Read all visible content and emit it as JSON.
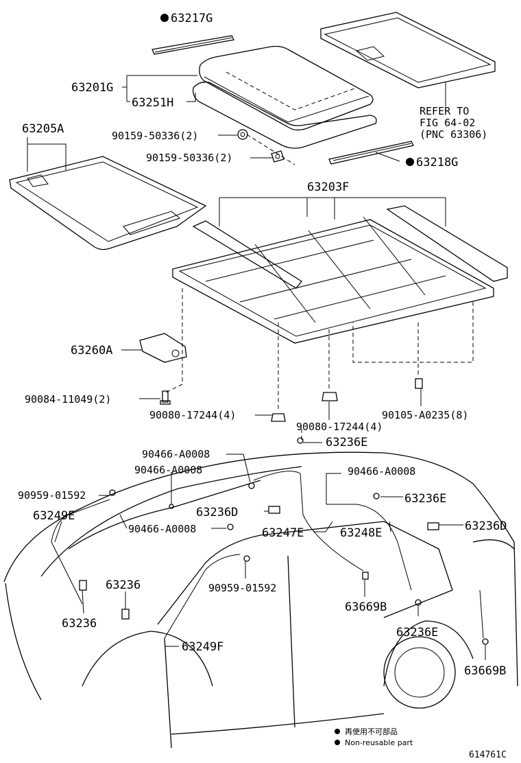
{
  "labels": {
    "p63217G": "63217G",
    "p63201G": "63201G",
    "p63251H": "63251H",
    "refer_1": "REFER TO",
    "refer_2": "FIG 64-02",
    "refer_3": "(PNC 63306)",
    "p63205A": "63205A",
    "bolt1": "90159-50336(2)",
    "bolt2": "90159-50336(2)",
    "p63218G": "63218G",
    "p63203F": "63203F",
    "p63260A": "63260A",
    "p90084": "90084-11049(2)",
    "p90080a": "90080-17244(4)",
    "p90080b": "90080-17244(4)",
    "p90105": "90105-A0235(8)",
    "p63236E_1": "63236E",
    "p90466_1": "90466-A0008",
    "p90466_2": "90466-A0008",
    "p90466_3": "90466-A0008",
    "p90959_1": "90959-01592",
    "p63236E_2": "63236E",
    "p63249E": "63249E",
    "p63236D_1": "63236D",
    "p63236D_2": "63236D",
    "p90466_4": "90466-A0008",
    "p63247E": "63247E",
    "p63248E": "63248E",
    "p90959_2": "90959-01592",
    "p63236_1": "63236",
    "p63236_2": "63236",
    "p63669B_1": "63669B",
    "p63236E_3": "63236E",
    "p63249F": "63249F",
    "p63669B_2": "63669B"
  },
  "legend": {
    "line1": "再使用不可部品",
    "line2": "Non-reusable part"
  },
  "figure_id": "614761C"
}
